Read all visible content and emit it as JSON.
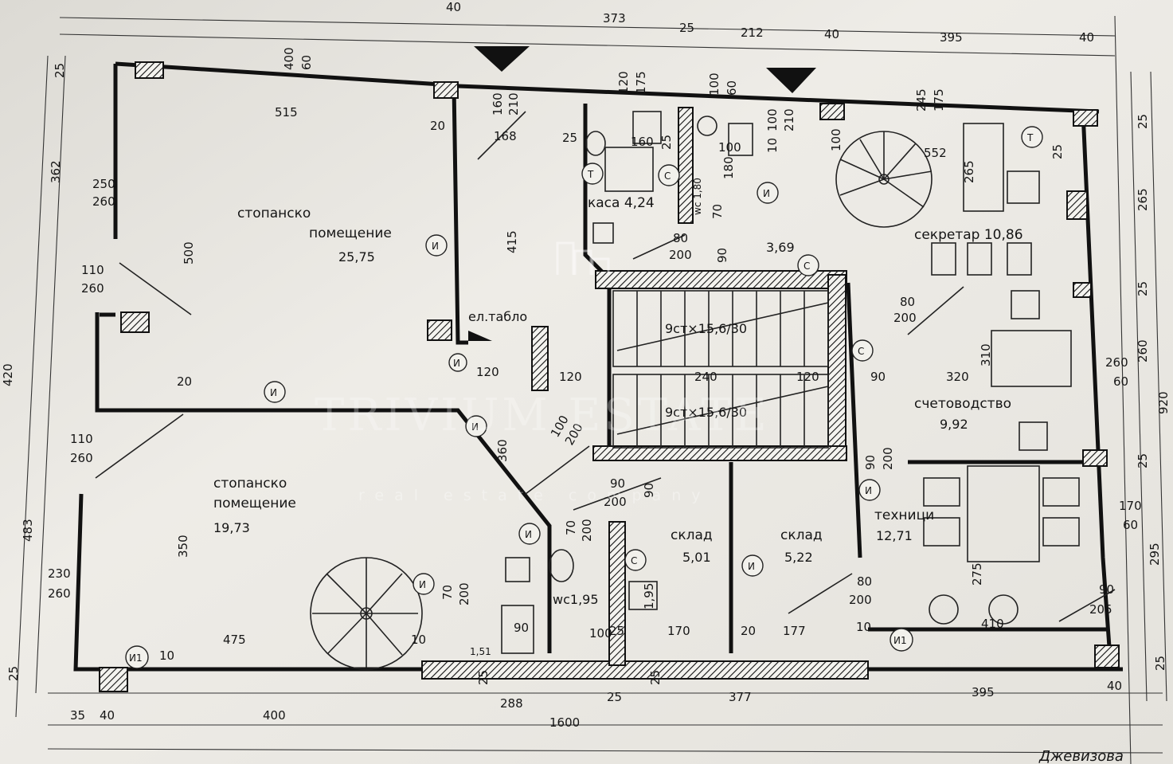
{
  "rooms": {
    "storage_top": {
      "name_line1": "стопанско",
      "name_line2": "помещение",
      "area": "25,75"
    },
    "storage_bottom": {
      "name_line1": "стопанско",
      "name_line2": "помещение",
      "area": "19,73"
    },
    "kasa": {
      "label": "каса 4,24"
    },
    "corridor": {
      "area": "3,69"
    },
    "secretary": {
      "label": "секретар 10,86"
    },
    "accounting": {
      "name": "счетоводство",
      "area": "9,92"
    },
    "technicians": {
      "name": "техници",
      "area": "12,71"
    },
    "sklad1": {
      "name": "склад",
      "area": "5,01"
    },
    "sklad2": {
      "name": "склад",
      "area": "5,22"
    },
    "wc_top": {
      "label": "wc 1,80"
    },
    "wc_bottom": {
      "label": "wc1,95"
    },
    "wc_small": {
      "label": "1,51"
    },
    "eltablo": {
      "label": "ел.табло"
    }
  },
  "stairs": {
    "upper": "9ст×15,6/30",
    "lower": "9ст×15,6/30"
  },
  "dims": {
    "top": [
      "40",
      "373",
      "25",
      "212",
      "40",
      "395",
      "40"
    ],
    "bottom": [
      "35",
      "40",
      "400",
      "288",
      "25",
      "377",
      "395",
      "40"
    ],
    "bottom_total": "1600",
    "left": [
      "25",
      "362",
      "483",
      "25",
      "420"
    ],
    "right": [
      "25",
      "265",
      "25",
      "260",
      "920",
      "25",
      "295",
      "25"
    ],
    "interior": [
      "515",
      "20",
      "168",
      "25",
      "160",
      "100",
      "552",
      "265",
      "500",
      "415",
      "120",
      "240",
      "120",
      "120",
      "90",
      "320",
      "310",
      "20",
      "360",
      "350",
      "475",
      "10",
      "288",
      "170",
      "20",
      "177",
      "410",
      "275",
      "10",
      "25",
      "25",
      "25",
      "90",
      "90",
      "100",
      "100",
      "10",
      "180",
      "70",
      "90",
      "25",
      "25",
      "10",
      "1,95"
    ]
  },
  "openings": {
    "w_400_60": [
      "400",
      "60"
    ],
    "w_160_210": [
      "160",
      "210"
    ],
    "w_120_175": [
      "120",
      "175"
    ],
    "w_100_60": [
      "100",
      "60"
    ],
    "w_100_210": [
      "100",
      "210"
    ],
    "w_245_175": [
      "245",
      "175"
    ],
    "w_250_260": [
      "250",
      "260"
    ],
    "w_110_260a": [
      "110",
      "260"
    ],
    "w_110_260b": [
      "110",
      "260"
    ],
    "w_230_260": [
      "230",
      "260"
    ],
    "d_80_200a": [
      "80",
      "200"
    ],
    "d_80_200b": [
      "80",
      "200"
    ],
    "d_80_200c": [
      "80",
      "200"
    ],
    "d_100_200": [
      "100",
      "200"
    ],
    "d_90_200a": [
      "90",
      "200"
    ],
    "d_90_200b": [
      "90",
      "200"
    ],
    "d_70_200a": [
      "70",
      "200"
    ],
    "d_70_200b": [
      "70",
      "200"
    ],
    "w_260_60": [
      "260",
      "60"
    ],
    "w_170_60": [
      "170",
      "60"
    ],
    "w_90_205": [
      "90",
      "205"
    ]
  },
  "markers": {
    "I": "И",
    "S": "С",
    "T": "Т",
    "I1": "И1"
  },
  "watermark": {
    "main": "TRIVIUM ESTATE",
    "sub": "real estate company"
  },
  "signature": "Джевизова"
}
